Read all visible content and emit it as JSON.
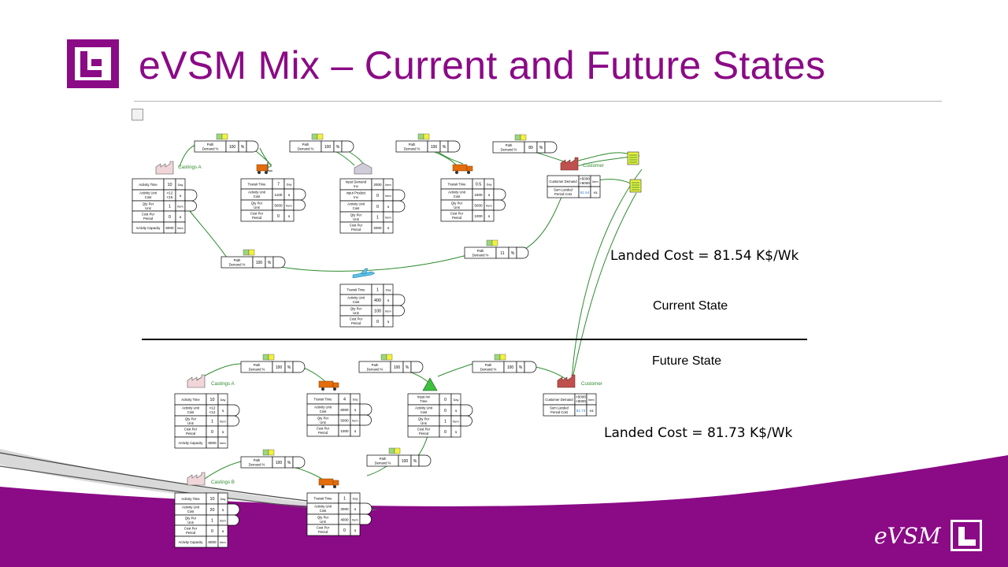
{
  "title": "eVSM Mix – Current and Future States",
  "current_state_label": "Current State",
  "future_state_label": "Future State",
  "landed_cost_current": "Landed Cost = 81.54  K$/Wk",
  "landed_cost_future": "Landed Cost = 81.73  K$/Wk",
  "brand": "eVSM",
  "colors": {
    "brand": "#8b0a86",
    "flow_line": "#2e8b2e"
  },
  "current": {
    "path_boxes": [
      {
        "label": "Path Demand %",
        "value": "100",
        "unit": "%"
      },
      {
        "label": "Path Demand %",
        "value": "100",
        "unit": "%"
      },
      {
        "label": "Path Demand %",
        "value": "100",
        "unit": "%"
      },
      {
        "label": "Path Demand %",
        "value": "89",
        "unit": "%"
      },
      {
        "label": "Path Demand %",
        "value": "100",
        "unit": "%"
      },
      {
        "label": "Path Demand %",
        "value": "11",
        "unit": "%"
      }
    ],
    "nodes": [
      {
        "name": "Castings A",
        "rows": [
          [
            "Activity Time",
            "10",
            "Day"
          ],
          [
            "Activity Unit Cost",
            ">12 <15",
            "$"
          ],
          [
            "Qty Per Unit",
            "1",
            "Item"
          ],
          [
            "Cost Per Period",
            "0",
            "$"
          ],
          [
            "Activity Capacity",
            "6000",
            "Item"
          ]
        ]
      },
      {
        "name": "",
        "rows": [
          [
            "Transit Time",
            "7",
            "Day"
          ],
          [
            "Activity Unit Cost",
            "1100",
            "$"
          ],
          [
            "Qty Per Unit",
            "5000",
            "Item"
          ],
          [
            "Cost Per Period",
            "0",
            "$"
          ]
        ]
      },
      {
        "name": "",
        "rows": [
          [
            "Input Demand Inv",
            "2000",
            "Item"
          ],
          [
            "Input Product Inv",
            "0",
            "Item"
          ],
          [
            "Activity Unit Cost",
            "0",
            "$"
          ],
          [
            "Qty Per Unit",
            "1",
            "Item"
          ],
          [
            "Cost Per Period",
            "2000",
            "$"
          ]
        ]
      },
      {
        "name": "",
        "rows": [
          [
            "Transit Time",
            "0.5",
            "Day"
          ],
          [
            "Activity Unit Cost",
            "2300",
            "$"
          ],
          [
            "Qty Per Unit",
            "5000",
            "Item"
          ],
          [
            "Cost Per Period",
            "1000",
            "$"
          ]
        ]
      },
      {
        "name": "Customer",
        "rows": [
          [
            "Customer Demand",
            ">5000 <6000",
            "Item"
          ],
          [
            "Sum Landed Period Cost",
            "81.54",
            "K$"
          ]
        ]
      },
      {
        "name": "",
        "rows": [
          [
            "Transit Time",
            "1",
            "Day"
          ],
          [
            "Activity Unit Cost",
            "400",
            "$"
          ],
          [
            "Qty Per Unit",
            "100",
            "Item"
          ],
          [
            "Cost Per Period",
            "0",
            "$"
          ]
        ]
      }
    ]
  },
  "future": {
    "path_boxes": [
      {
        "label": "Path Demand %",
        "value": "100",
        "unit": "%"
      },
      {
        "label": "Path Demand %",
        "value": "100",
        "unit": "%"
      },
      {
        "label": "Path Demand %",
        "value": "100",
        "unit": "%"
      },
      {
        "label": "Path Demand %",
        "value": "100",
        "unit": "%"
      },
      {
        "label": "Path Demand %",
        "value": "100",
        "unit": "%"
      }
    ],
    "nodes": [
      {
        "name": "Castings A",
        "rows": [
          [
            "Activity Time",
            "10",
            "Day"
          ],
          [
            "Activity Unit Cost",
            ">12 <12",
            "$"
          ],
          [
            "Qty Per Unit",
            "1",
            "Item"
          ],
          [
            "Cost Per Period",
            "0",
            "$"
          ],
          [
            "Activity Capacity",
            "6000",
            "Item"
          ]
        ]
      },
      {
        "name": "",
        "rows": [
          [
            "Transit Time",
            "4",
            "Day"
          ],
          [
            "Activity Unit Cost",
            "6000",
            "$"
          ],
          [
            "Qty Per Unit",
            "5000",
            "Item"
          ],
          [
            "Cost Per Period",
            "1000",
            "$"
          ]
        ]
      },
      {
        "name": "",
        "rows": [
          [
            "Input Inv Time",
            "0",
            "Day"
          ],
          [
            "Activity Unit Cost",
            "0",
            "$"
          ],
          [
            "Qty Per Unit",
            "1",
            "Item"
          ],
          [
            "Cost Per Period",
            "0",
            "$"
          ]
        ]
      },
      {
        "name": "Customer",
        "rows": [
          [
            "Customer Demand",
            ">5000 <6000",
            "Item"
          ],
          [
            "Sum Landed Period Cost",
            "81.73",
            "K$"
          ]
        ]
      },
      {
        "name": "Castings B",
        "rows": [
          [
            "Activity Time",
            "10",
            "Day"
          ],
          [
            "Activity Unit Cost",
            "20",
            "$"
          ],
          [
            "Qty Per Unit",
            "1",
            "Item"
          ],
          [
            "Cost Per Period",
            "0",
            "$"
          ],
          [
            "Activity Capacity",
            "6000",
            "Item"
          ]
        ]
      },
      {
        "name": "",
        "rows": [
          [
            "Transit Time",
            "1",
            "Day"
          ],
          [
            "Activity Unit Cost",
            "2000",
            "$"
          ],
          [
            "Qty Per Unit",
            "4000",
            "Item"
          ],
          [
            "Cost Per Period",
            "0",
            "$"
          ]
        ]
      }
    ]
  }
}
